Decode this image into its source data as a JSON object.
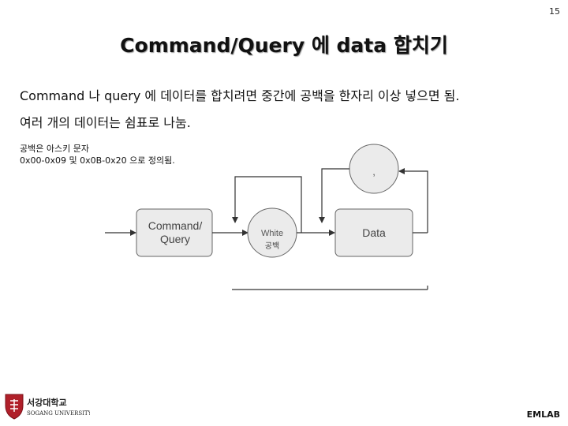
{
  "page_number": "15",
  "title": "Command/Query 에 data 합치기",
  "body": {
    "line1": "Command 나 query 에 데이터를 합치려면 중간에 공백을 한자리 이상 넣으면 됨.",
    "line2": "여러 개의 데이터는 쉼표로 나눔."
  },
  "notes": {
    "line1": "공백은 아스키 문자",
    "line2": "0x00-0x09 및 0x0B-0x20 으로 정의됨."
  },
  "diagram": {
    "command_box_line1": "Command/",
    "command_box_line2": "Query",
    "whitespace_circle_en": "White",
    "whitespace_circle_ko": "공백",
    "data_box": "Data",
    "comma_circle": ","
  },
  "logo": {
    "name_ko": "서강대학교",
    "name_en": "SOGANG UNIVERSITY"
  },
  "footer": "EMLAB"
}
